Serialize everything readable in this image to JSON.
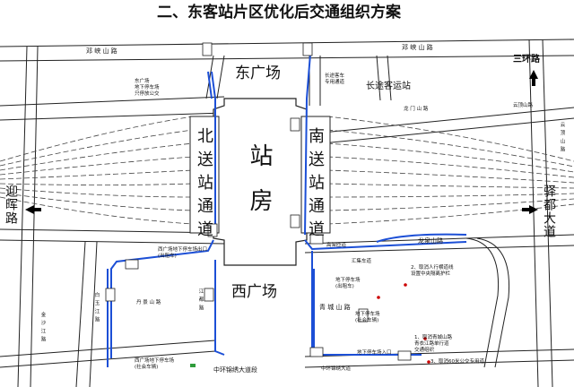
{
  "title": "二、东客站片区优化后交通组织方案",
  "areas": {
    "east_plaza": "东广场",
    "west_plaza": "西广场",
    "station_building": "站房",
    "north_lane": "北送站通道",
    "south_lane": "南送站通道",
    "long_distance": "长途客运站"
  },
  "roads": {
    "dengxia_left": "邓 峡 山 路",
    "dengxia_right": "邓 峡 山 路",
    "sanhuan": "三环路",
    "yunting_top": "云顶山路",
    "yunding_right": "云 顶 山 路",
    "yingpan": "迎晖路",
    "yidu": "驿都大道",
    "qinglong": "龙泉山路",
    "qingcheng": "青 城 山 路",
    "danjing": "丹 景 山 路",
    "zhonghuan": "中环锦绣大道段",
    "baiyu": "白 玉 江 路",
    "jinxiu_left": "金 沙 江 路",
    "west_top": "江 都 路",
    "longquan_tick": "龙 门 山 路"
  },
  "notes": {
    "east_parking": "东广场\n地下停车场\n只停放公交",
    "bus_lane": "长途客车\n专用通道",
    "nw_entry": "西广场地下停车场出口\n(出租车)",
    "tiny_left_top": "龙泉山路",
    "s1": "地下停车场\n(出租车)",
    "s2": "地下停车场\n(社会车辆)",
    "s3": "地下停车场入口",
    "s4": "中环锦绣大道",
    "n1": "1、取消青城山路\n青衣江路单行道\n交通组织",
    "n2": "2、取消人行横道线\n设置中央隔离护栏",
    "n3": "3、取消60米公交专用道",
    "exit_label": "高架匝道",
    "hui_tag": "汇集车道",
    "bl_entry": "西广场地下停车场\n(社会车辆)"
  }
}
